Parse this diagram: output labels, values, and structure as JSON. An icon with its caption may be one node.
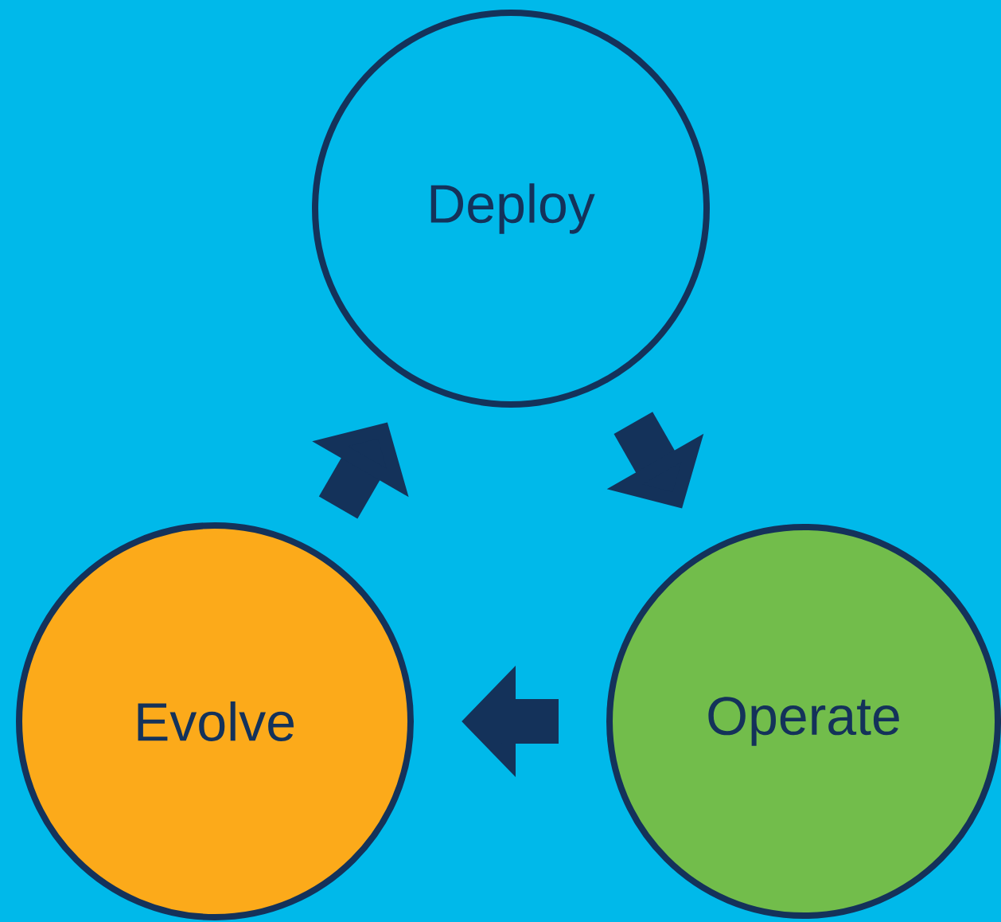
{
  "diagram": {
    "nodes": [
      {
        "text": [
          "Deploy"
        ]
      },
      {
        "text": [
          "Evolve"
        ]
      },
      {
        "text": [
          "Operate"
        ]
      }
    ],
    "edges": [
      {
        "from": 0,
        "to": 2,
        "arrow": "to"
      },
      {
        "from": 2,
        "to": 1,
        "arrow": "to"
      },
      {
        "from": 1,
        "to": 0,
        "arrow": "to"
      }
    ]
  }
}
